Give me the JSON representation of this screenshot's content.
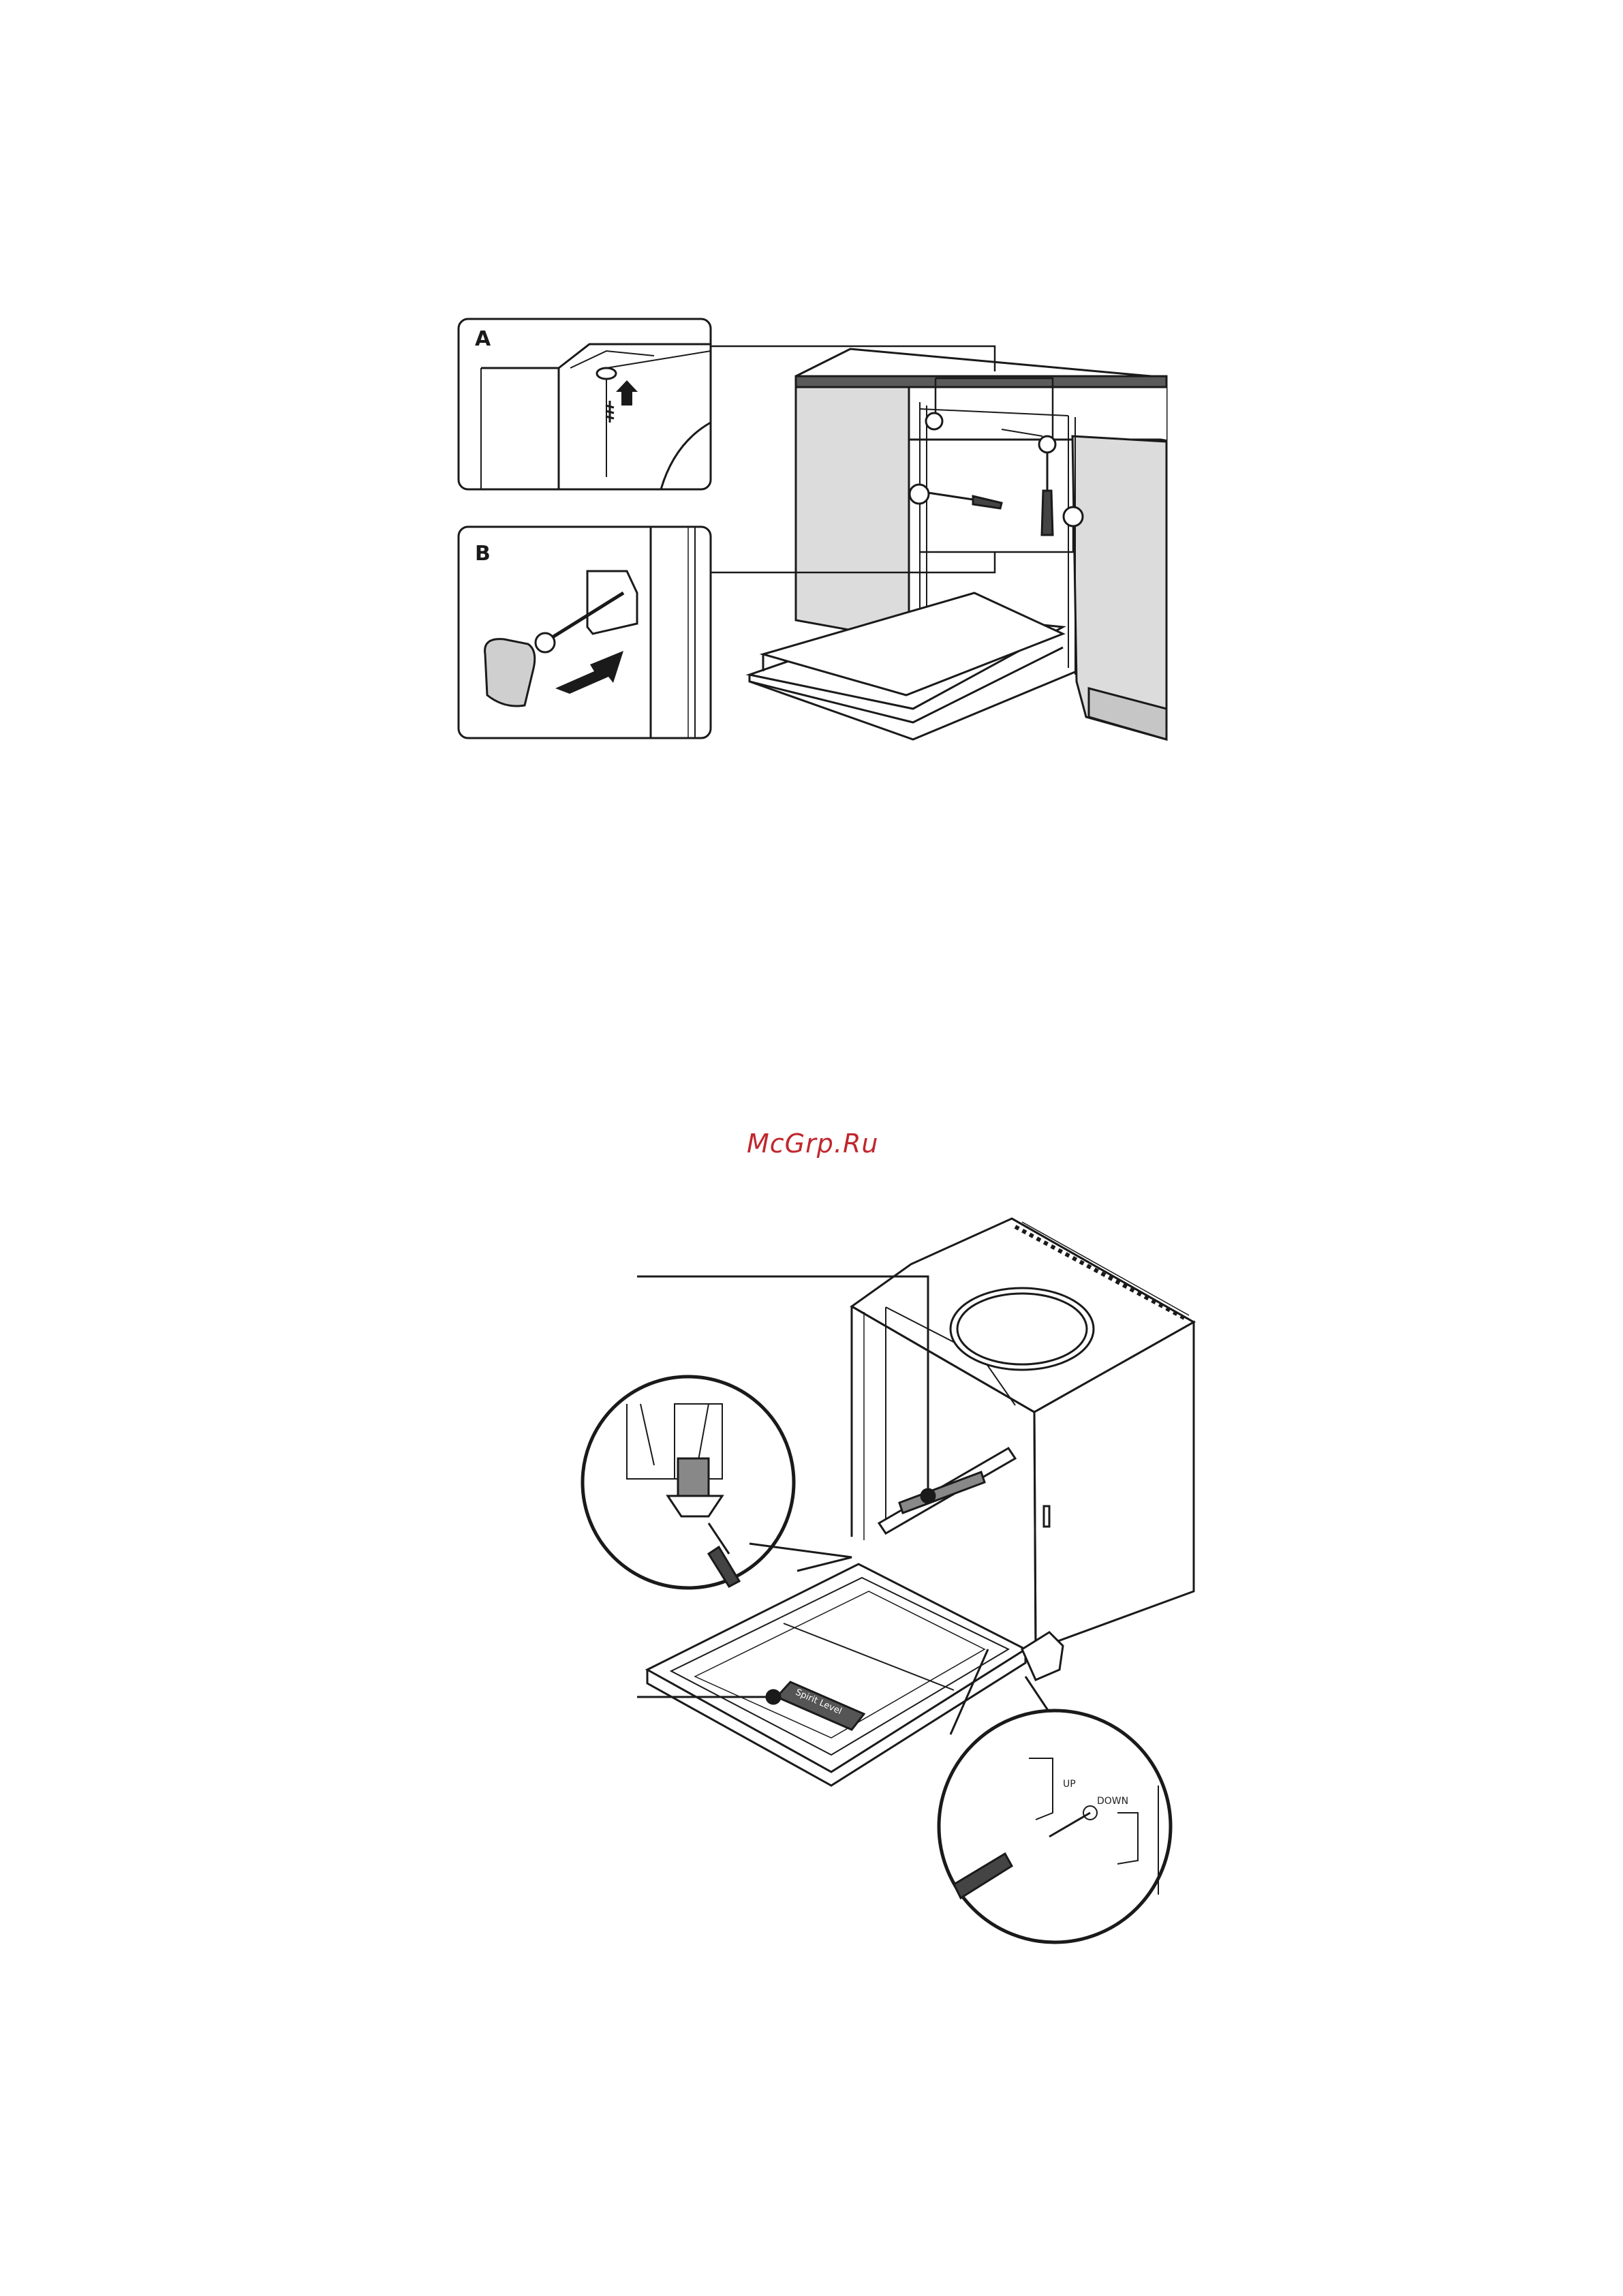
{
  "watermark": {
    "text": "McGrp.Ru",
    "color": "#c0272d"
  },
  "figure_top": {
    "panel_a_label": "A",
    "panel_b_label": "B"
  },
  "figure_bottom": {
    "spirit_level_label": "Spirit Level",
    "adjust_up_label": "UP",
    "adjust_down_label": "DOWN"
  },
  "colors": {
    "line": "#1a1a1a",
    "cabinet_grey": "#dcdcdc",
    "worktop_dark": "#5a5a5a",
    "panel_fill": "#ffffff"
  },
  "icons": [
    "screw-icon",
    "screwdriver-icon",
    "arrow-up-icon",
    "arrow-right-icon",
    "spirit-level-icon"
  ]
}
